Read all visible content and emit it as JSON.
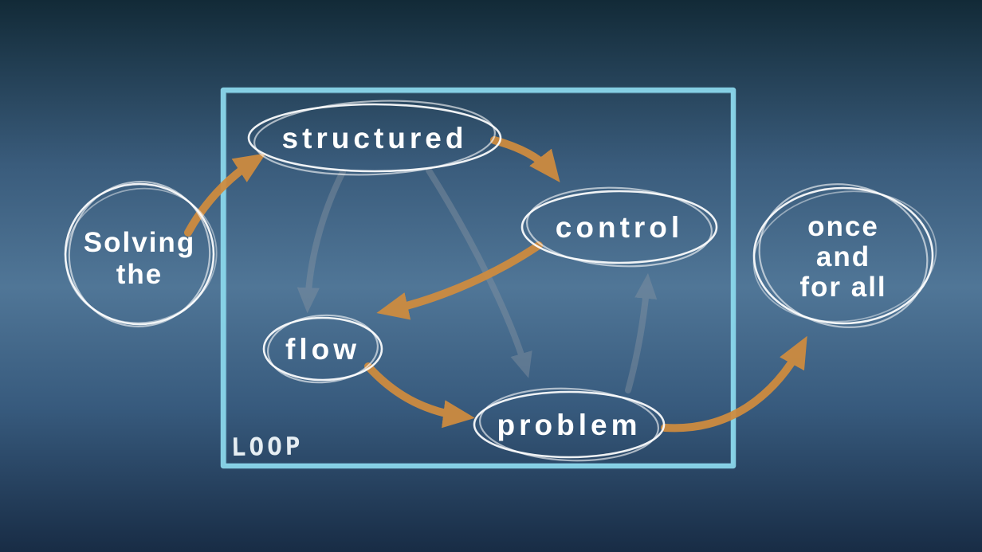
{
  "nodes": {
    "solving_the": {
      "lines": [
        "Solving",
        "the"
      ]
    },
    "structured": {
      "lines": [
        "structured"
      ]
    },
    "control": {
      "lines": [
        "control"
      ]
    },
    "flow": {
      "lines": [
        "flow"
      ]
    },
    "problem": {
      "lines": [
        "problem"
      ]
    },
    "once_and_for_all": {
      "lines": [
        "once",
        "and",
        "for all"
      ]
    }
  },
  "loop_box": {
    "label": "LOOP"
  },
  "edges": [
    {
      "from": "Solving the",
      "to": "structured",
      "style": "orange"
    },
    {
      "from": "structured",
      "to": "control",
      "style": "orange"
    },
    {
      "from": "control",
      "to": "flow",
      "style": "orange"
    },
    {
      "from": "flow",
      "to": "problem",
      "style": "orange"
    },
    {
      "from": "problem",
      "to": "once and for all",
      "style": "orange"
    },
    {
      "from": "structured",
      "to": "flow",
      "style": "faded"
    },
    {
      "from": "structured",
      "to": "problem",
      "style": "faded"
    },
    {
      "from": "problem",
      "to": "control",
      "style": "faded"
    }
  ],
  "colors": {
    "arrow": "#d08c3e",
    "faded_arrow": "#8a96a3",
    "node_outline": "#ffffff",
    "node_text": "#ffffff",
    "box_border": "#8ad6ea",
    "loop_label": "#e6eef3",
    "background_top": "#122a37",
    "background_mid": "#507697",
    "background_bottom": "#182c45"
  }
}
